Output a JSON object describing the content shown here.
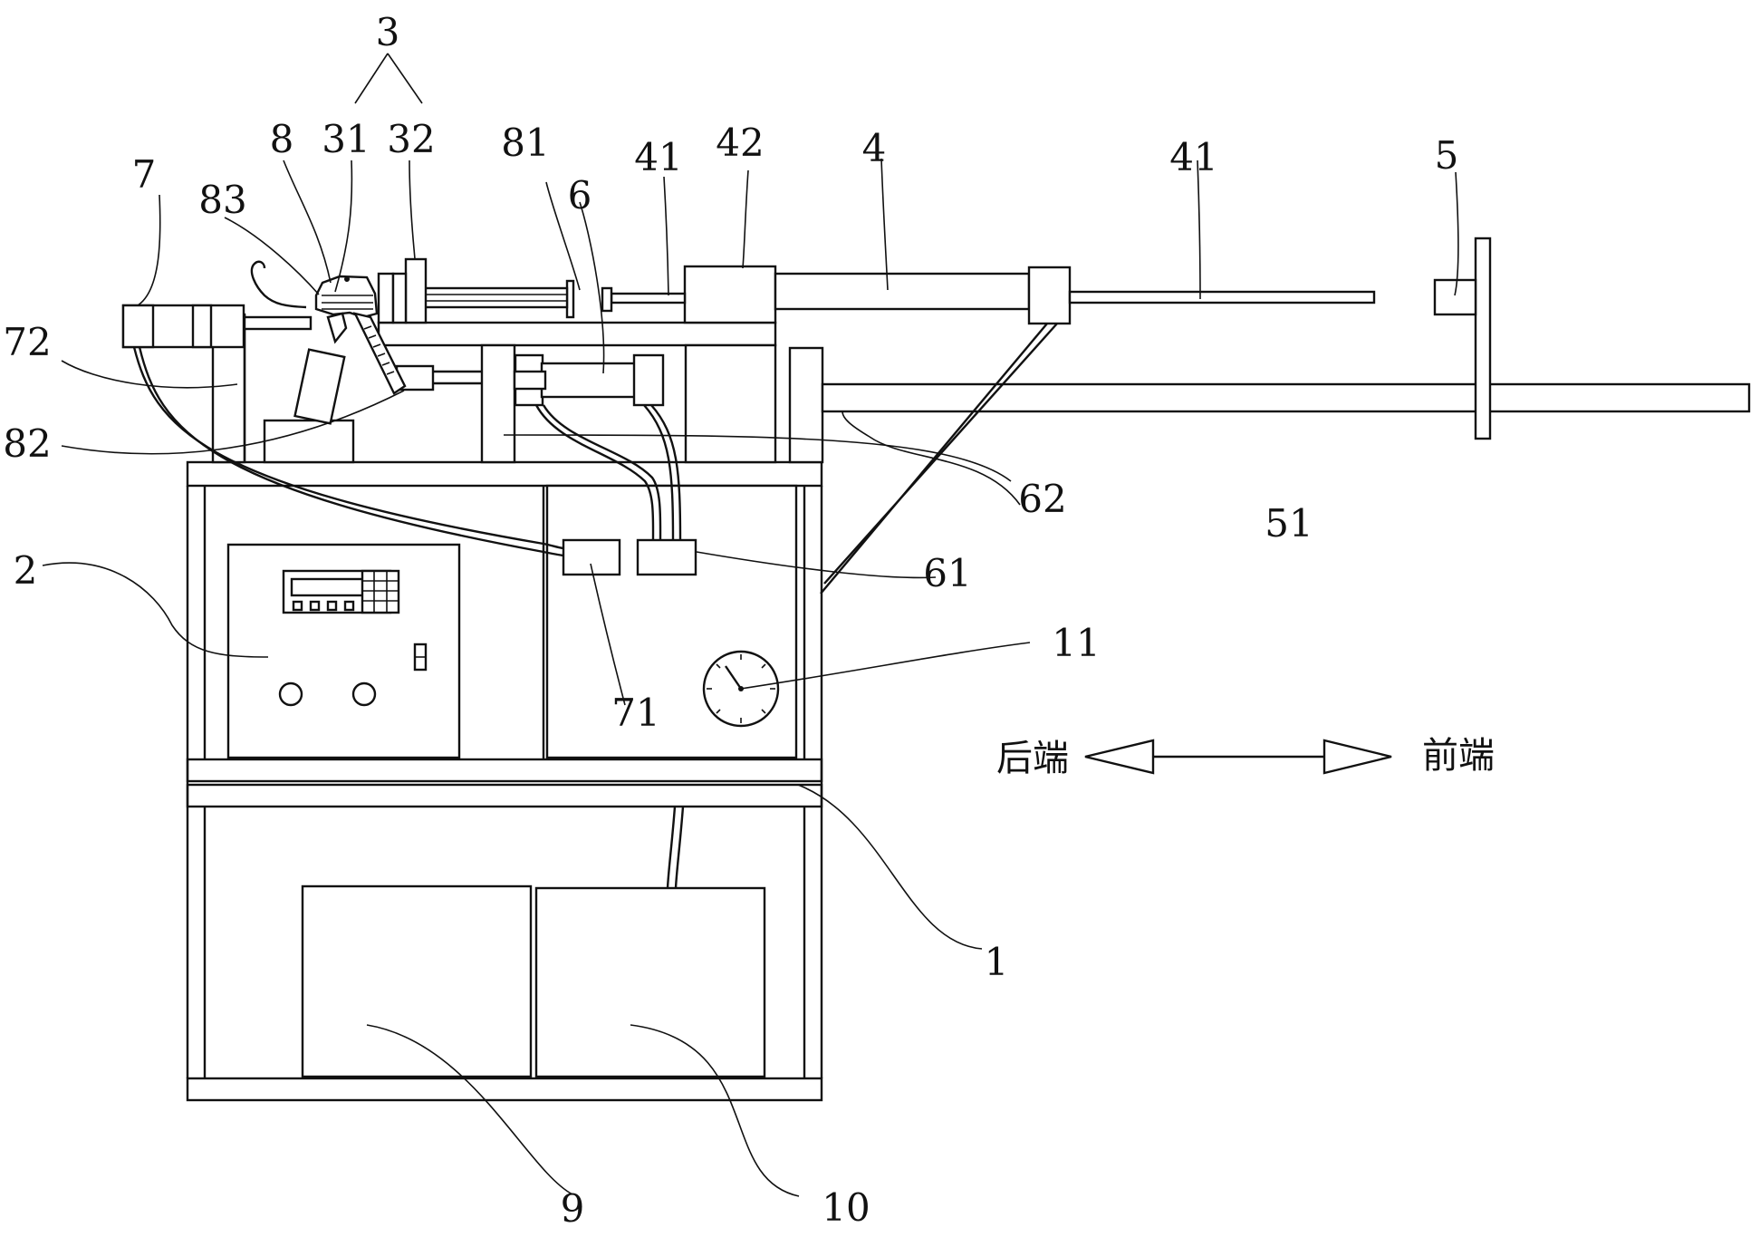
{
  "labels": {
    "l3": "3",
    "l31": "31",
    "l32": "32",
    "l8": "8",
    "l83": "83",
    "l7": "7",
    "l72": "72",
    "l82": "82",
    "l81": "81",
    "l6": "6",
    "l41a": "41",
    "l42": "42",
    "l4": "4",
    "l41b": "41",
    "l5": "5",
    "l62": "62",
    "l51": "51",
    "l2": "2",
    "l61": "61",
    "l11": "11",
    "l71": "71",
    "l1": "1",
    "l9": "9",
    "l10": "10"
  },
  "direction": {
    "rear": "后端",
    "front": "前端"
  }
}
